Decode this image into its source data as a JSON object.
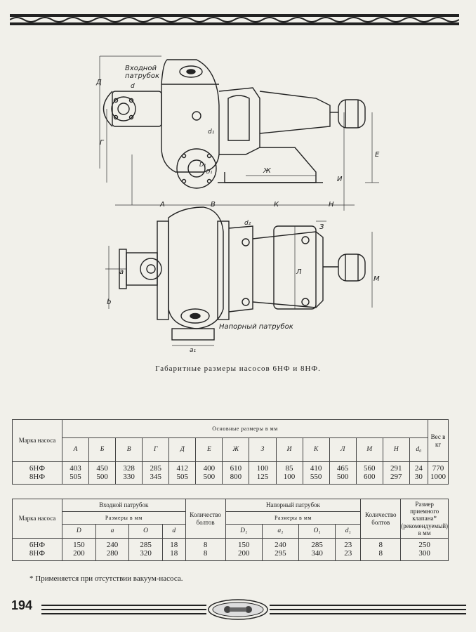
{
  "drawing": {
    "label_inlet": "Входной патрубок",
    "label_outlet": "Напорный патрубок",
    "dims": {
      "D": "Д",
      "G": "Г",
      "d": "d",
      "d1": "d₁",
      "D1": "D₁",
      "O1": "O₁",
      "Zh": "Ж",
      "I": "И",
      "E": "Е",
      "A": "А",
      "V": "В",
      "K": "К",
      "N": "Н",
      "d2": "d₂",
      "Z": "З",
      "a": "a",
      "b": "b",
      "L": "Л",
      "M": "М",
      "a1": "a₁"
    }
  },
  "caption": "Габаритные размеры насосов 6НФ и 8НФ.",
  "table1": {
    "col_model": "Марка насоса",
    "group": "Основные размеры в мм",
    "col_weight": "Вес в кг",
    "headers": [
      "А",
      "Б",
      "В",
      "Г",
      "Д",
      "Е",
      "Ж",
      "З",
      "И",
      "К",
      "Л",
      "М",
      "Н",
      "d₀"
    ],
    "rows": [
      {
        "model": "6НФ",
        "values": [
          "403",
          "450",
          "328",
          "285",
          "412",
          "400",
          "610",
          "100",
          "85",
          "410",
          "465",
          "560",
          "291",
          "24"
        ],
        "weight": "770"
      },
      {
        "model": "8НФ",
        "values": [
          "505",
          "500",
          "330",
          "345",
          "505",
          "500",
          "800",
          "125",
          "100",
          "550",
          "500",
          "600",
          "297",
          "30"
        ],
        "weight": "1000"
      }
    ]
  },
  "table2": {
    "col_model": "Марка насоса",
    "inlet": "Входной патрубок",
    "inlet_sub": "Размеры в мм",
    "inlet_headers": [
      "D",
      "a",
      "O",
      "d"
    ],
    "bolts": "Количество болтов",
    "outlet": "Напорный патрубок",
    "outlet_sub": "Размеры в мм",
    "outlet_headers": [
      "D₁",
      "a₁",
      "O₁",
      "d₁"
    ],
    "bolts2": "Количество болтов",
    "valve": "Размер приемного клапана* (рекомендуемый) в мм",
    "rows": [
      {
        "model": "6НФ",
        "inlet": [
          "150",
          "240",
          "285",
          "18"
        ],
        "bolts": "8",
        "outlet": [
          "150",
          "240",
          "285",
          "23"
        ],
        "bolts2": "8",
        "valve": "250"
      },
      {
        "model": "8НФ",
        "inlet": [
          "200",
          "280",
          "320",
          "18"
        ],
        "bolts": "8",
        "outlet": [
          "200",
          "295",
          "340",
          "23"
        ],
        "bolts2": "8",
        "valve": "300"
      }
    ]
  },
  "footnote": "* Применяется при отсутствии вакуум-насоса.",
  "page_number": "194"
}
